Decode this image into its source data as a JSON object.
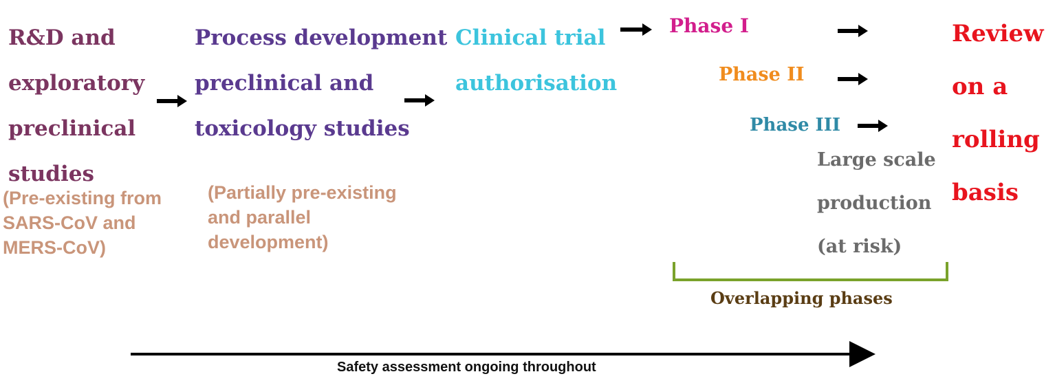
{
  "stage1": {
    "lines": [
      "R&D and",
      "exploratory",
      "preclinical",
      "studies"
    ],
    "note_lines": [
      "(Pre-existing from",
      "SARS-CoV and",
      "MERS-CoV)"
    ]
  },
  "stage2": {
    "lines": [
      "Process development",
      "preclinical and",
      "toxicology studies"
    ],
    "note_lines": [
      "(Partially pre-existing",
      "and parallel",
      "development)"
    ]
  },
  "stage3": {
    "lines": [
      "Clinical trial",
      "authorisation"
    ]
  },
  "phases": {
    "phase1": "Phase I",
    "phase2": "Phase II",
    "phase3": "Phase III"
  },
  "production": {
    "lines": [
      "Large scale",
      "production",
      "(at risk)"
    ]
  },
  "review": {
    "lines": [
      "Review",
      "on a",
      "rolling",
      "basis"
    ]
  },
  "overlap_label": "Overlapping phases",
  "safety_label": "Safety assessment ongoing throughout",
  "colors": {
    "stage1": "#7b3560",
    "stage2": "#5a3a8f",
    "stage3": "#3cc4dd",
    "phase1": "#d21e8c",
    "phase2": "#f08c1e",
    "phase3": "#2f8aa6",
    "production": "#6b6b6b",
    "review": "#e8141e",
    "notes": "#c9957a",
    "overlap": "#5a3d14",
    "bracket": "#7aa22b"
  }
}
